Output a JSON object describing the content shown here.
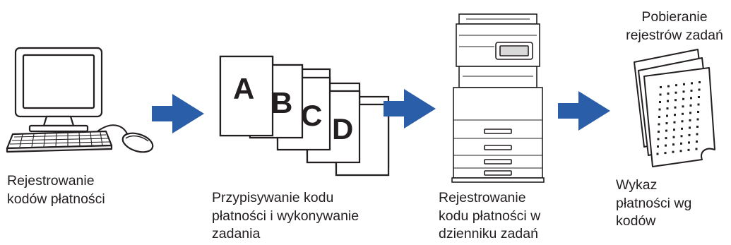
{
  "steps": [
    {
      "id": "computer",
      "caption": "Rejestrowanie\nkodów płatności"
    },
    {
      "id": "documents",
      "caption": "Przypisywanie kodu\npłatności i wykonywanie\nzadania",
      "pages": [
        "A",
        "B",
        "C",
        "D"
      ]
    },
    {
      "id": "printer",
      "caption": "Rejestrowanie\nkodu płatności w\ndzienniku zadań"
    },
    {
      "id": "report",
      "caption": "Wykaz\npłatności wg\nkodów",
      "title": "Pobieranie\nrejestrów zadań"
    }
  ],
  "colors": {
    "arrow": "#2a5ea8",
    "outline": "#231f20",
    "paper": "#ffffff"
  },
  "icons": [
    "computer-icon",
    "documents-icon",
    "printer-icon",
    "report-icon"
  ]
}
